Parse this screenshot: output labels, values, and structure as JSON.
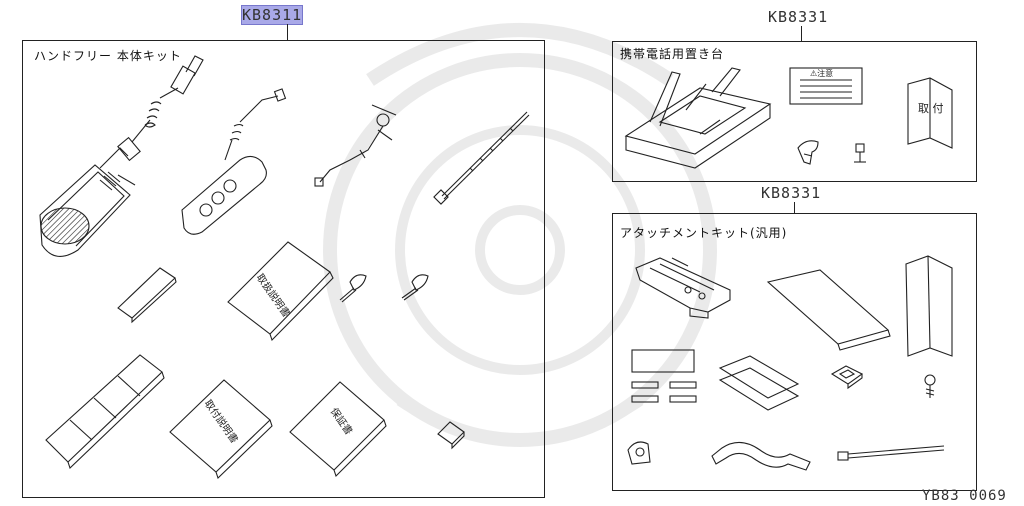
{
  "labels": {
    "main_part": "KB8311",
    "holder_part": "KB8331",
    "attachment_part": "KB8331",
    "footer_code": "YB83 0069"
  },
  "boxes": {
    "main_title": "ハンドフリー 本体キット",
    "holder_title": "携帯電話用置き台",
    "attachment_title": "アタッチメントキット(汎用)"
  },
  "item_text": {
    "manual": "取扱説明書",
    "install_manual": "取付説明書",
    "warranty": "保証書",
    "caution_title": "⚠注意",
    "toritsuke": "取 付"
  },
  "colors": {
    "line": "#222222",
    "highlight": "#a9a9e8"
  }
}
